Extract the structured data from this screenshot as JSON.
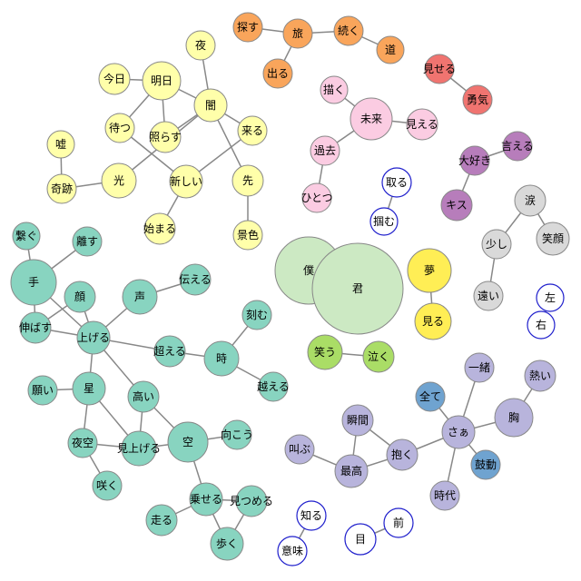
{
  "colors": {
    "yellow_light": "#ffffaa",
    "yellow": "#ffee55",
    "teal": "#88d4c0",
    "orange": "#f9a55b",
    "red": "#f07470",
    "pink": "#fbcce2",
    "purple": "#b77dbb",
    "grey": "#d9d9d9",
    "green_light": "#cce9c3",
    "green": "#aadd66",
    "lavender": "#b8b4dc",
    "blue": "#6fa3d0",
    "hollow_stroke": "#1f1fcc",
    "edge": "#888888"
  },
  "nodes": [
    {
      "id": "n_yoru",
      "label": "夜",
      "group": "yellow_light"
    },
    {
      "id": "n_kyou",
      "label": "今日",
      "group": "yellow_light"
    },
    {
      "id": "n_ashita",
      "label": "明日",
      "group": "yellow_light"
    },
    {
      "id": "n_yami",
      "label": "闇",
      "group": "yellow_light"
    },
    {
      "id": "n_matsu",
      "label": "待つ",
      "group": "yellow_light"
    },
    {
      "id": "n_terasu",
      "label": "照らす",
      "group": "yellow_light"
    },
    {
      "id": "n_kuru",
      "label": "来る",
      "group": "yellow_light"
    },
    {
      "id": "n_uso",
      "label": "嘘",
      "group": "yellow_light"
    },
    {
      "id": "n_hikari",
      "label": "光",
      "group": "yellow_light"
    },
    {
      "id": "n_atarashii",
      "label": "新しい",
      "group": "yellow_light"
    },
    {
      "id": "n_saki",
      "label": "先",
      "group": "yellow_light"
    },
    {
      "id": "n_kiseki",
      "label": "奇跡",
      "group": "yellow_light"
    },
    {
      "id": "n_hajimaru",
      "label": "始まる",
      "group": "yellow_light"
    },
    {
      "id": "n_keshiki",
      "label": "景色",
      "group": "yellow_light"
    },
    {
      "id": "n_sagasu",
      "label": "探す",
      "group": "orange"
    },
    {
      "id": "n_tabi",
      "label": "旅",
      "group": "orange"
    },
    {
      "id": "n_tsuzuku",
      "label": "続く",
      "group": "orange"
    },
    {
      "id": "n_michi",
      "label": "道",
      "group": "orange"
    },
    {
      "id": "n_deru",
      "label": "出る",
      "group": "orange"
    },
    {
      "id": "n_miseru",
      "label": "見せる",
      "group": "red"
    },
    {
      "id": "n_yuuki",
      "label": "勇気",
      "group": "red"
    },
    {
      "id": "n_egaku",
      "label": "描く",
      "group": "pink"
    },
    {
      "id": "n_mirai",
      "label": "未来",
      "group": "pink"
    },
    {
      "id": "n_mieru",
      "label": "見える",
      "group": "pink"
    },
    {
      "id": "n_kako",
      "label": "過去",
      "group": "pink"
    },
    {
      "id": "n_hitotsu",
      "label": "ひとつ",
      "group": "pink"
    },
    {
      "id": "n_toru",
      "label": "取る",
      "group": "hollow"
    },
    {
      "id": "n_tsukamu",
      "label": "掴む",
      "group": "hollow"
    },
    {
      "id": "n_iu",
      "label": "言える",
      "group": "purple"
    },
    {
      "id": "n_daisuki",
      "label": "大好き",
      "group": "purple"
    },
    {
      "id": "n_kisu",
      "label": "キス",
      "group": "purple"
    },
    {
      "id": "n_namida",
      "label": "涙",
      "group": "grey"
    },
    {
      "id": "n_sukoshi",
      "label": "少し",
      "group": "grey"
    },
    {
      "id": "n_egao",
      "label": "笑顔",
      "group": "grey"
    },
    {
      "id": "n_tooi",
      "label": "遠い",
      "group": "grey"
    },
    {
      "id": "n_hidari",
      "label": "左",
      "group": "hollow"
    },
    {
      "id": "n_migi",
      "label": "右",
      "group": "hollow"
    },
    {
      "id": "n_boku",
      "label": "僕",
      "group": "green_light"
    },
    {
      "id": "n_kimi",
      "label": "君",
      "group": "green_light"
    },
    {
      "id": "n_yume",
      "label": "夢",
      "group": "yellow"
    },
    {
      "id": "n_miru",
      "label": "見る",
      "group": "yellow"
    },
    {
      "id": "n_warau",
      "label": "笑う",
      "group": "green"
    },
    {
      "id": "n_naku",
      "label": "泣く",
      "group": "green"
    },
    {
      "id": "n_tsunagu",
      "label": "繋ぐ",
      "group": "teal"
    },
    {
      "id": "n_hanasu",
      "label": "離す",
      "group": "teal"
    },
    {
      "id": "n_te",
      "label": "手",
      "group": "teal"
    },
    {
      "id": "n_kao",
      "label": "顔",
      "group": "teal"
    },
    {
      "id": "n_koe",
      "label": "声",
      "group": "teal"
    },
    {
      "id": "n_tsutaeru",
      "label": "伝える",
      "group": "teal"
    },
    {
      "id": "n_nobasu",
      "label": "伸ばす",
      "group": "teal"
    },
    {
      "id": "n_ageru",
      "label": "上げる",
      "group": "teal"
    },
    {
      "id": "n_kizamu",
      "label": "刻む",
      "group": "teal"
    },
    {
      "id": "n_koeru",
      "label": "超える",
      "group": "teal"
    },
    {
      "id": "n_toki",
      "label": "時",
      "group": "teal"
    },
    {
      "id": "n_negai",
      "label": "願い",
      "group": "teal"
    },
    {
      "id": "n_hoshi",
      "label": "星",
      "group": "teal"
    },
    {
      "id": "n_takai",
      "label": "高い",
      "group": "teal"
    },
    {
      "id": "n_koeru2",
      "label": "越える",
      "group": "teal"
    },
    {
      "id": "n_yozora",
      "label": "夜空",
      "group": "teal"
    },
    {
      "id": "n_miageru",
      "label": "見上げる",
      "group": "teal"
    },
    {
      "id": "n_sora",
      "label": "空",
      "group": "teal"
    },
    {
      "id": "n_mukou",
      "label": "向こう",
      "group": "teal"
    },
    {
      "id": "n_saku",
      "label": "咲く",
      "group": "teal"
    },
    {
      "id": "n_noseru",
      "label": "乗せる",
      "group": "teal"
    },
    {
      "id": "n_mitsumeru",
      "label": "見つめる",
      "group": "teal"
    },
    {
      "id": "n_hashiru",
      "label": "走る",
      "group": "teal"
    },
    {
      "id": "n_aruku",
      "label": "歩く",
      "group": "teal"
    },
    {
      "id": "n_shiru",
      "label": "知る",
      "group": "hollow"
    },
    {
      "id": "n_mae",
      "label": "前",
      "group": "hollow"
    },
    {
      "id": "n_me",
      "label": "目",
      "group": "hollow"
    },
    {
      "id": "n_imi",
      "label": "意味",
      "group": "hollow"
    },
    {
      "id": "n_issho",
      "label": "一緒",
      "group": "lavender"
    },
    {
      "id": "n_atsui",
      "label": "熱い",
      "group": "lavender"
    },
    {
      "id": "n_subete",
      "label": "全て",
      "group": "blue"
    },
    {
      "id": "n_mune",
      "label": "胸",
      "group": "lavender"
    },
    {
      "id": "n_shunkan",
      "label": "瞬間",
      "group": "lavender"
    },
    {
      "id": "n_saa",
      "label": "さぁ",
      "group": "lavender"
    },
    {
      "id": "n_sakebu",
      "label": "叫ぶ",
      "group": "lavender"
    },
    {
      "id": "n_daku",
      "label": "抱く",
      "group": "lavender"
    },
    {
      "id": "n_kodou",
      "label": "鼓動",
      "group": "blue"
    },
    {
      "id": "n_saikou",
      "label": "最高",
      "group": "lavender"
    },
    {
      "id": "n_jidai",
      "label": "時代",
      "group": "lavender"
    }
  ],
  "edges": [
    [
      "n_yoru",
      "n_yami"
    ],
    [
      "n_kyou",
      "n_ashita"
    ],
    [
      "n_ashita",
      "n_yami"
    ],
    [
      "n_ashita",
      "n_terasu"
    ],
    [
      "n_ashita",
      "n_matsu"
    ],
    [
      "n_yami",
      "n_terasu"
    ],
    [
      "n_yami",
      "n_kuru"
    ],
    [
      "n_yami",
      "n_saki"
    ],
    [
      "n_yami",
      "n_hikari"
    ],
    [
      "n_matsu",
      "n_atarashii"
    ],
    [
      "n_kuru",
      "n_atarashii"
    ],
    [
      "n_uso",
      "n_kiseki"
    ],
    [
      "n_kiseki",
      "n_hikari"
    ],
    [
      "n_atarashii",
      "n_hajimaru"
    ],
    [
      "n_saki",
      "n_keshiki"
    ],
    [
      "n_sagasu",
      "n_tabi"
    ],
    [
      "n_tabi",
      "n_tsuzuku"
    ],
    [
      "n_tsuzuku",
      "n_michi"
    ],
    [
      "n_tabi",
      "n_deru"
    ],
    [
      "n_miseru",
      "n_yuuki"
    ],
    [
      "n_egaku",
      "n_mirai"
    ],
    [
      "n_mirai",
      "n_mieru"
    ],
    [
      "n_mirai",
      "n_kako"
    ],
    [
      "n_kako",
      "n_hitotsu"
    ],
    [
      "n_toru",
      "n_tsukamu"
    ],
    [
      "n_iu",
      "n_daisuki"
    ],
    [
      "n_daisuki",
      "n_kisu"
    ],
    [
      "n_namida",
      "n_sukoshi"
    ],
    [
      "n_namida",
      "n_egao"
    ],
    [
      "n_sukoshi",
      "n_tooi"
    ],
    [
      "n_hidari",
      "n_migi"
    ],
    [
      "n_boku",
      "n_kimi"
    ],
    [
      "n_yume",
      "n_miru"
    ],
    [
      "n_warau",
      "n_naku"
    ],
    [
      "n_tsunagu",
      "n_te"
    ],
    [
      "n_hanasu",
      "n_te"
    ],
    [
      "n_te",
      "n_nobasu"
    ],
    [
      "n_te",
      "n_ageru"
    ],
    [
      "n_kao",
      "n_nobasu"
    ],
    [
      "n_kao",
      "n_ageru"
    ],
    [
      "n_nobasu",
      "n_ageru"
    ],
    [
      "n_koe",
      "n_ageru"
    ],
    [
      "n_koe",
      "n_tsutaeru"
    ],
    [
      "n_ageru",
      "n_hoshi"
    ],
    [
      "n_ageru",
      "n_takai"
    ],
    [
      "n_ageru",
      "n_koeru"
    ],
    [
      "n_koeru",
      "n_toki"
    ],
    [
      "n_toki",
      "n_kizamu"
    ],
    [
      "n_toki",
      "n_koeru2"
    ],
    [
      "n_negai",
      "n_hoshi"
    ],
    [
      "n_hoshi",
      "n_yozora"
    ],
    [
      "n_hoshi",
      "n_miageru"
    ],
    [
      "n_takai",
      "n_miageru"
    ],
    [
      "n_takai",
      "n_sora"
    ],
    [
      "n_yozora",
      "n_miageru"
    ],
    [
      "n_yozora",
      "n_saku"
    ],
    [
      "n_miageru",
      "n_sora"
    ],
    [
      "n_sora",
      "n_mukou"
    ],
    [
      "n_sora",
      "n_noseru"
    ],
    [
      "n_noseru",
      "n_mitsumeru"
    ],
    [
      "n_noseru",
      "n_hashiru"
    ],
    [
      "n_noseru",
      "n_aruku"
    ],
    [
      "n_mitsumeru",
      "n_aruku"
    ],
    [
      "n_shiru",
      "n_imi"
    ],
    [
      "n_me",
      "n_mae"
    ],
    [
      "n_issho",
      "n_saa"
    ],
    [
      "n_atsui",
      "n_mune"
    ],
    [
      "n_subete",
      "n_saa"
    ],
    [
      "n_saa",
      "n_mune"
    ],
    [
      "n_saa",
      "n_daku"
    ],
    [
      "n_saa",
      "n_kodou"
    ],
    [
      "n_saa",
      "n_jidai"
    ],
    [
      "n_shunkan",
      "n_saikou"
    ],
    [
      "n_sakebu",
      "n_saikou"
    ],
    [
      "n_daku",
      "n_saikou"
    ],
    [
      "n_shunkan",
      "n_daku"
    ]
  ]
}
